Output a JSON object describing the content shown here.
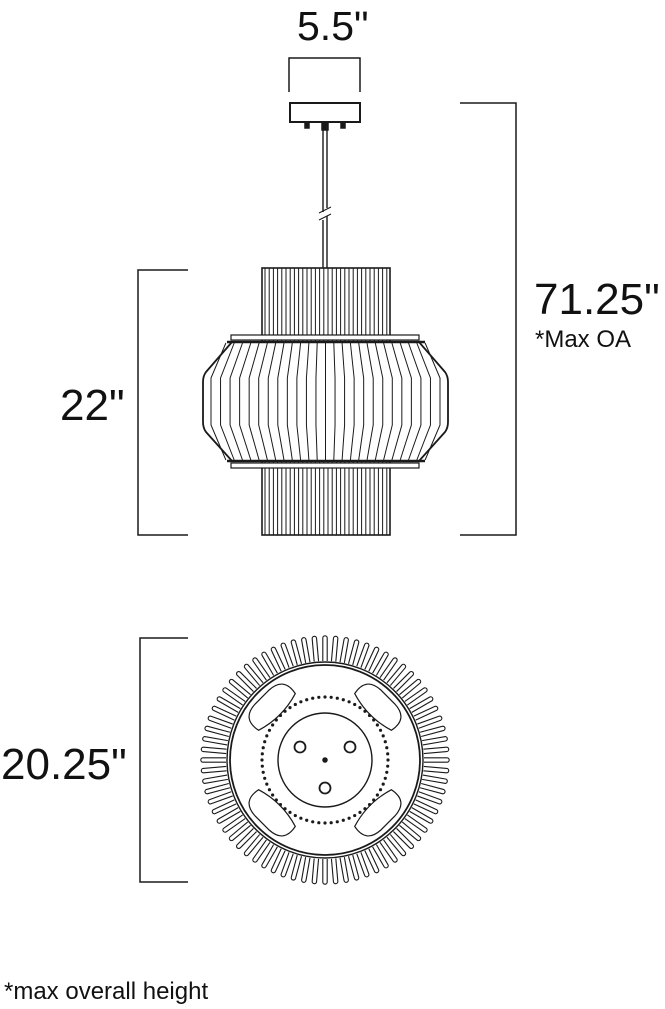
{
  "diagram": {
    "subject": "pendant",
    "line_color": "#1a1a1a",
    "dimensions": {
      "canopy_width": "5.5\"",
      "overall_height": "71.25\"",
      "overall_height_note": "*Max OA",
      "fixture_height": "22\"",
      "fixture_diameter": "20.25\""
    },
    "footnote": "*max overall height"
  }
}
